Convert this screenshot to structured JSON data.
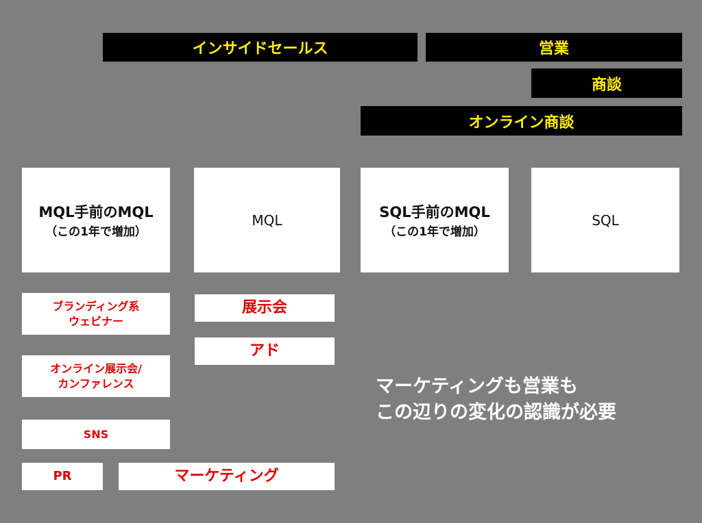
{
  "bars": {
    "inside_sales": "インサイドセールス",
    "sales": "営業",
    "negotiation": "商談",
    "online_negotiation": "オンライン商談"
  },
  "stages": [
    {
      "title": "MQL手前のMQL",
      "subtitle": "（この1年で増加）"
    },
    {
      "title": "MQL"
    },
    {
      "title": "SQL手前のMQL",
      "subtitle": "（この1年で増加）"
    },
    {
      "title": "SQL"
    }
  ],
  "channels": {
    "branding_webinar": [
      "ブランディング系",
      "ウェビナー"
    ],
    "online_expo": [
      "オンライン展示会/",
      "カンファレンス"
    ],
    "sns": "SNS",
    "pr": "PR",
    "marketing": "マーケティング",
    "exhibition": "展示会",
    "ad": "アド"
  },
  "note": [
    "マーケティングも営業も",
    "この辺りの変化の認識が必要"
  ]
}
